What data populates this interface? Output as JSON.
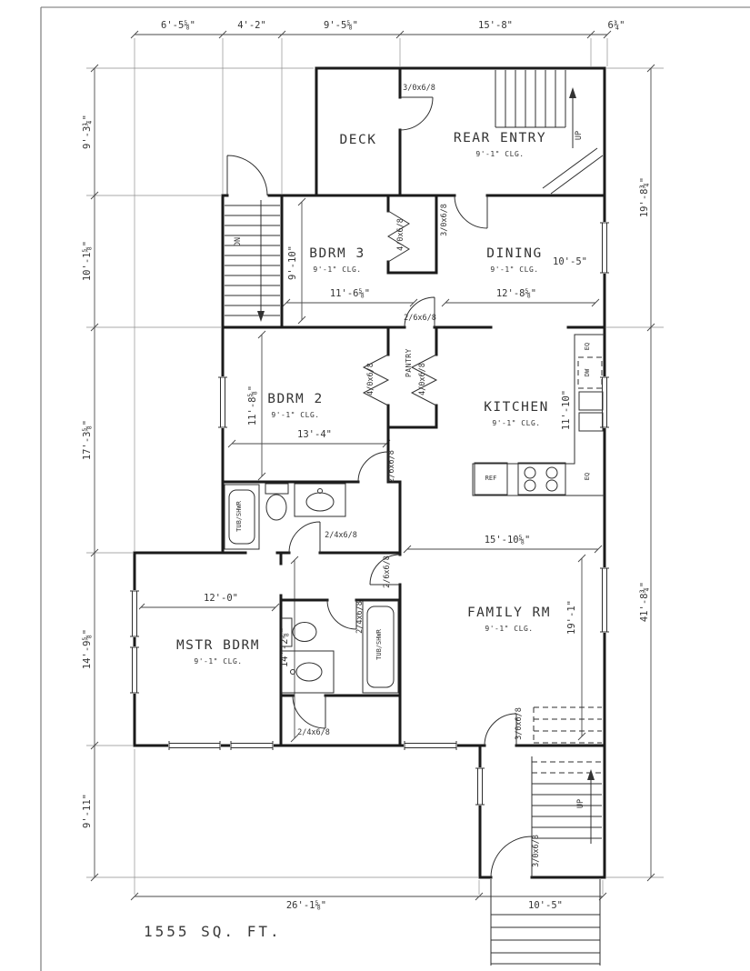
{
  "sheet": {
    "sqft": "1555  SQ. FT."
  },
  "rooms": {
    "deck": {
      "name": "DECK"
    },
    "rear_entry": {
      "name": "REAR ENTRY",
      "clg": "9'-1\" CLG."
    },
    "bdrm3": {
      "name": "BDRM 3",
      "clg": "9'-1\" CLG."
    },
    "dining": {
      "name": "DINING",
      "clg": "9'-1\" CLG."
    },
    "bdrm2": {
      "name": "BDRM 2",
      "clg": "9'-1\" CLG."
    },
    "kitchen": {
      "name": "KITCHEN",
      "clg": "9'-1\" CLG."
    },
    "pantry": {
      "name": "PANTRY"
    },
    "mstr": {
      "name": "MSTR BDRM",
      "clg": "9'-1\" CLG."
    },
    "family": {
      "name": "FAMILY RM",
      "clg": "9'-1\" CLG."
    }
  },
  "dims": {
    "top": [
      "6'-5⅝\"",
      "4'-2\"",
      "9'-5⅝\"",
      "15'-8\"",
      "6¾\""
    ],
    "left": [
      "9'-3¼\"",
      "10'-1⅝\"",
      "17'-3⅝\"",
      "14'-9⅝\"",
      "9'-11\""
    ],
    "right": [
      "19'-8¾\"",
      "41'-8¾\""
    ],
    "bottom": [
      "26'-1⅝\"",
      "10'-5\""
    ],
    "interior": {
      "bdrm3_w": "11'-6⅝\"",
      "bdrm3_h": "9'-10\"",
      "dining_w": "12'-8⅝\"",
      "dining_h": "10'-5\"",
      "bdrm2_w": "13'-4\"",
      "bdrm2_h": "11'-8⅝\"",
      "kitchen_h": "11'-10\"",
      "mstr_w": "12'-0\"",
      "mstr_h": "14'-2⅝\"",
      "family_w": "15'-10⅝\"",
      "family_h": "19'-1\""
    }
  },
  "doors": {
    "d3068": "3/0x6/8",
    "d4068": "4/0x6/8",
    "d2668": "2/6x6/8",
    "d2468": "2/4x6/8"
  },
  "labels": {
    "dn": "DN",
    "up": "UP",
    "eq": "EQ",
    "dw": "DW",
    "ref": "REF",
    "tub_shwr": "TUB/SHWR"
  }
}
